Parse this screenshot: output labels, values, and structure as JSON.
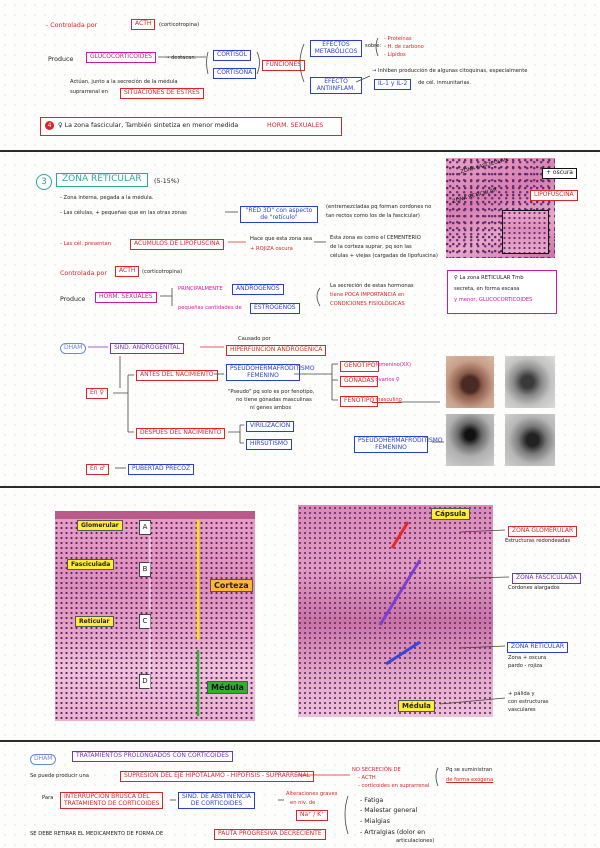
{
  "sec1": {
    "controlada_1": "Controlada",
    "controlada_2": "por",
    "acth": "ACTH",
    "acth_note": "(corticotropina)",
    "produce": "Produce",
    "glucocorticoides": "GLUCOCORTICOIDES",
    "destacan": "→ destacan:",
    "cortisol": "CORTISOL",
    "cortisona": "CORTISONA",
    "funciones": "FUNCIONES",
    "efectos_metab": "EFECTOS METABÓLICOS",
    "sobre": "sobre:",
    "proteinas": "- Proteínas",
    "hcarbono": "- H. de carbono",
    "lipidos": "- Lípidos",
    "efecto_antiinflam": "EFECTO ANTIINFLAM.",
    "inhiben": "→ Inhiben producción de algunas citoquinas, especialmente",
    "il": "IL-1 y IL-2",
    "il_rest": "de cél. inmunitarias.",
    "actuan_1": "Actúan, junto a la secreción de la médula",
    "actuan_2": "suprarrenal en",
    "situaciones": "SITUACIONES DE ESTRÉS",
    "note_num": "4",
    "note_text": "♀ La zona fascicular, También sintetiza en menor medida",
    "note_horm": "HORM. SEXUALES"
  },
  "sec2": {
    "num": "3",
    "title": "ZONA RETICULAR",
    "pct": "(5-15%)",
    "b1": "- Zona interna, pegada a la médula.",
    "b2": "- Las células, + pequeñas que en las otras zonas",
    "red3d": "\"RED 3D\" con aspecto de \"retículo\"",
    "red3d_note_1": "(entremezcladas pq forman cordones no",
    "red3d_note_2": "tan rectos como los de la fascicular)",
    "b3": "- Las cél. presentan",
    "lipo": "ACUMULOS DE LIPOFUSCINA",
    "hace_1": "Hace que esta zona sea",
    "hace_2": "+ ROJIZA oscura",
    "esta_1": "Esta zona es como el CEMENTERIO",
    "esta_2": "de la corteza suprar, pq son las",
    "esta_3": "células + viejas (cargadas de lipofuscina)",
    "controlada": "Controlada",
    "por": "por",
    "acth": "ACTH",
    "acth_note": "(corticotropina)",
    "produce": "Produce",
    "horm_sex": "HORM. SEXUALES",
    "principalmente": "PRINCIPALMENTE",
    "androgenos": "ANDRÓGENOS",
    "pequenas": "pequeñas cantidades de",
    "estrogenos": "ESTRÓGENOS",
    "secrecion_1": "La secreción de estas hormonas",
    "secrecion_2": "tiene POCA IMPORTANCIA en",
    "secrecion_3": "CONDICIONES FISIOLÓGICAS",
    "note_1": "♀ La zona RETICULAR Tmb",
    "note_2": "secreta, en forma escasa",
    "note_3": "y menor, GLUCOCORTICOIDES",
    "photo_label1": "ZONA FASCICULAR",
    "photo_label2": "ZONA RETICULAR",
    "photo_tag1": "+ oscura",
    "photo_tag2": "LIPOFUSCINA",
    "dham": "DHAM",
    "sind": "SÍND. ANDROGENITAL",
    "causado": "Causado por",
    "hiperf": "HIPERFUNCIÓN ANDROGÉNICA",
    "en_f": "En ♀",
    "antes": "ANTES DEL NACIMIENTO",
    "pseudo": "PSEUDOHERMAFRODITISMO FEMENINO",
    "pseudo_note_1": "\"Pseudo\" pq solo es por fenotipo,",
    "pseudo_note_2": "no tiene gónadas masculinas",
    "pseudo_note_3": "ni genes ambos",
    "genotipo": "GENOTIPO",
    "genotipo_v": ": femenino(XX)",
    "gonadas": "GÓNADAS",
    "gonadas_v": ": ovarios ♀",
    "fenotipo": "FENOTIPO",
    "fenotipo_v": ": masculino",
    "despues": "DESPUÉS DEL NACIMIENTO",
    "viril": "VIRILIZACIÓN",
    "hirs": "HIRSUTISMO",
    "pseudo2": "PSEUDOHERMAFRODITISMO FEMENINO",
    "en_m": "En ♂",
    "pubertad": "PUBERTAD PRECOZ"
  },
  "sec3": {
    "glomerular": "Glomerular",
    "fasciculada": "Fasciculada",
    "reticular": "Reticular",
    "letters": [
      "A",
      "B",
      "C",
      "D"
    ],
    "corteza": "Corteza",
    "medula": "Médula",
    "capsula": "Cápsula",
    "medula2": "Médula",
    "zona_glom": "ZONA GLOMERULAR",
    "zona_glom_note": "Estructuras redondeadas",
    "zona_fasc": "ZONA FASCICULADA",
    "zona_fasc_note": "Cordones alargados",
    "zona_ret": "ZONA RETICULAR",
    "zona_ret_note_1": "Zona + oscura",
    "zona_ret_note_2": "pardo - rojiza",
    "med_note_1": "+ pálida y",
    "med_note_2": "con estructuras",
    "med_note_3": "vasculares"
  },
  "sec4": {
    "dham": "DHAM",
    "trat": "TRATAMIENTOS PROLONGADOS CON CORTICOIDES",
    "se_puede": "Se puede producir una",
    "supresion": "SUPRESIÓN DEL EJE HIPOTÁLAMO - HIPOFISIS - SUPRARRENAL",
    "no_secr_1": "NO SECRECIÓN DE",
    "no_secr_2": "- ACTH",
    "no_secr_3": "- corticoides en suprarrenal",
    "pq_1": "Pq se suministran",
    "pq_2": "de forma exógena",
    "para": "Para",
    "interrupcion_1": "INTERRUPCIÓN BRUSCA DEL",
    "interrupcion_2": "TRATAMIENTO DE CORTICOIDES",
    "sind_abst_1": "SÍND. DE ABSTINENCIA",
    "sind_abst_2": "DE CORTICOIDES",
    "alter_1": "Alteraciones graves",
    "alter_2": "en niv. de",
    "na_k": "Na⁺ / K⁺",
    "fatiga": "- Fatiga",
    "malestar": "- Malestar general",
    "mialgias": "- Mialgias",
    "artralgias_1": "- Artralgias (dolor en",
    "artralgias_2": "articulaciones)",
    "se_debe": "SE DEBE RETIRAR EL MEDICAMENTO DE FORMA DE",
    "pauta": "PAUTA PROGRESIVA DECRECIENTE"
  }
}
